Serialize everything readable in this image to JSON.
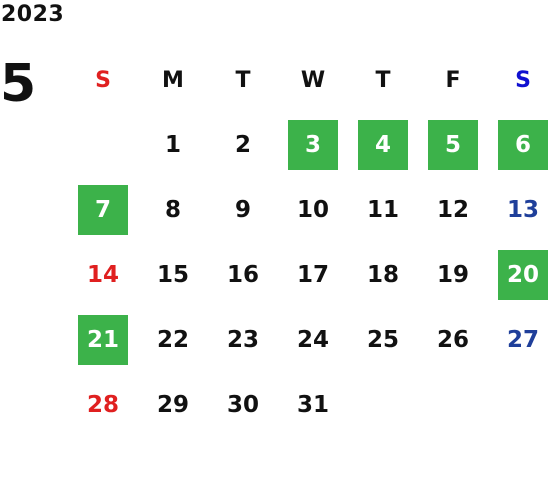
{
  "year": "2023",
  "month": "5",
  "weekdays": [
    "S",
    "M",
    "T",
    "W",
    "T",
    "F",
    "S"
  ],
  "colors": {
    "holiday_bg": "#3cb24a",
    "sunday": "#e02020",
    "saturday": "#1f3f9a",
    "weekday": "#111111"
  },
  "weeks": [
    [
      {
        "day": "",
        "holiday": false
      },
      {
        "day": "1",
        "holiday": false
      },
      {
        "day": "2",
        "holiday": false
      },
      {
        "day": "3",
        "holiday": true
      },
      {
        "day": "4",
        "holiday": true
      },
      {
        "day": "5",
        "holiday": true
      },
      {
        "day": "6",
        "holiday": true
      }
    ],
    [
      {
        "day": "7",
        "holiday": true
      },
      {
        "day": "8",
        "holiday": false
      },
      {
        "day": "9",
        "holiday": false
      },
      {
        "day": "10",
        "holiday": false
      },
      {
        "day": "11",
        "holiday": false
      },
      {
        "day": "12",
        "holiday": false
      },
      {
        "day": "13",
        "holiday": false
      }
    ],
    [
      {
        "day": "14",
        "holiday": false
      },
      {
        "day": "15",
        "holiday": false
      },
      {
        "day": "16",
        "holiday": false
      },
      {
        "day": "17",
        "holiday": false
      },
      {
        "day": "18",
        "holiday": false
      },
      {
        "day": "19",
        "holiday": false
      },
      {
        "day": "20",
        "holiday": true
      }
    ],
    [
      {
        "day": "21",
        "holiday": true
      },
      {
        "day": "22",
        "holiday": false
      },
      {
        "day": "23",
        "holiday": false
      },
      {
        "day": "24",
        "holiday": false
      },
      {
        "day": "25",
        "holiday": false
      },
      {
        "day": "26",
        "holiday": false
      },
      {
        "day": "27",
        "holiday": false
      }
    ],
    [
      {
        "day": "28",
        "holiday": false
      },
      {
        "day": "29",
        "holiday": false
      },
      {
        "day": "30",
        "holiday": false
      },
      {
        "day": "31",
        "holiday": false
      },
      {
        "day": "",
        "holiday": false
      },
      {
        "day": "",
        "holiday": false
      },
      {
        "day": "",
        "holiday": false
      }
    ]
  ]
}
